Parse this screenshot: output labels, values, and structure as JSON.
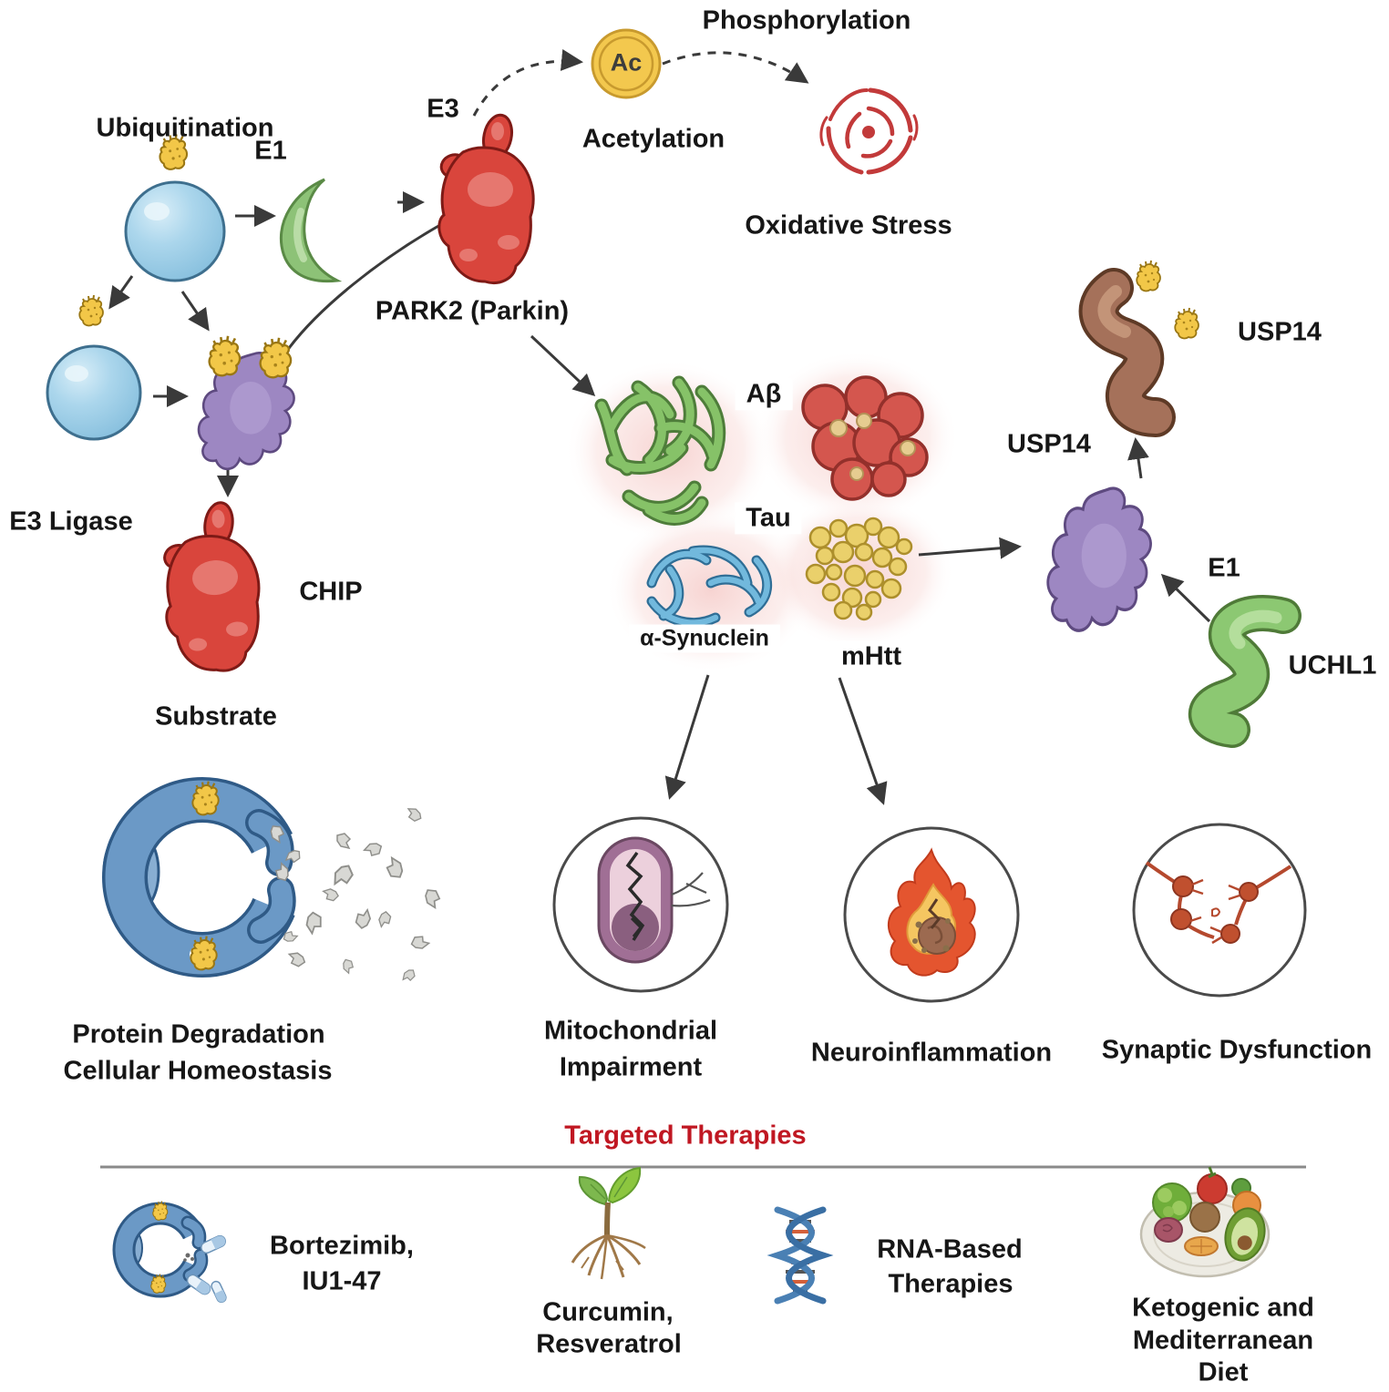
{
  "diagram": {
    "background": "#ffffff",
    "accent_red": "#c01722",
    "arrow_color": "#3a3a3a"
  },
  "ubiquitination_pathway": {
    "title": "Ubiquitination",
    "e1": "E1",
    "e3": "E3",
    "park2": "PARK2 (Parkin)",
    "e3_ligase": "E3 Ligase",
    "chip": "CHIP",
    "substrate": "Substrate"
  },
  "modifications": {
    "phosphorylation": "Phosphorylation",
    "ac_badge": "Ac",
    "acetylation": "Acetylation",
    "oxidative_stress": "Oxidative Stress"
  },
  "aggregates": {
    "abeta": "Aβ",
    "tau": "Tau",
    "alpha_synuclein": "α-Synuclein",
    "mhtt": "mHtt"
  },
  "deubiquitinases": {
    "usp14_left": "USP14",
    "usp14_right": "USP14",
    "e1": "E1",
    "uchl1": "UCHL1"
  },
  "outcomes": {
    "degradation_line1": "Protein Degradation",
    "degradation_line2": "Cellular Homeostasis",
    "mitochondrial_line1": "Mitochondrial",
    "mitochondrial_line2": "Impairment",
    "neuroinflammation": "Neuroinflammation",
    "synaptic_dysfunction": "Synaptic Dysfunction"
  },
  "therapies": {
    "title": "Targeted Therapies",
    "items": [
      {
        "line1": "Bortezimib,",
        "line2": "IU1-47"
      },
      {
        "line1": "Curcumin,",
        "line2": "Resveratrol"
      },
      {
        "line1": "RNA-Based",
        "line2": "Therapies"
      },
      {
        "line1": "Ketogenic and",
        "line2": "Mediterranean",
        "line3": "Diet"
      }
    ]
  }
}
